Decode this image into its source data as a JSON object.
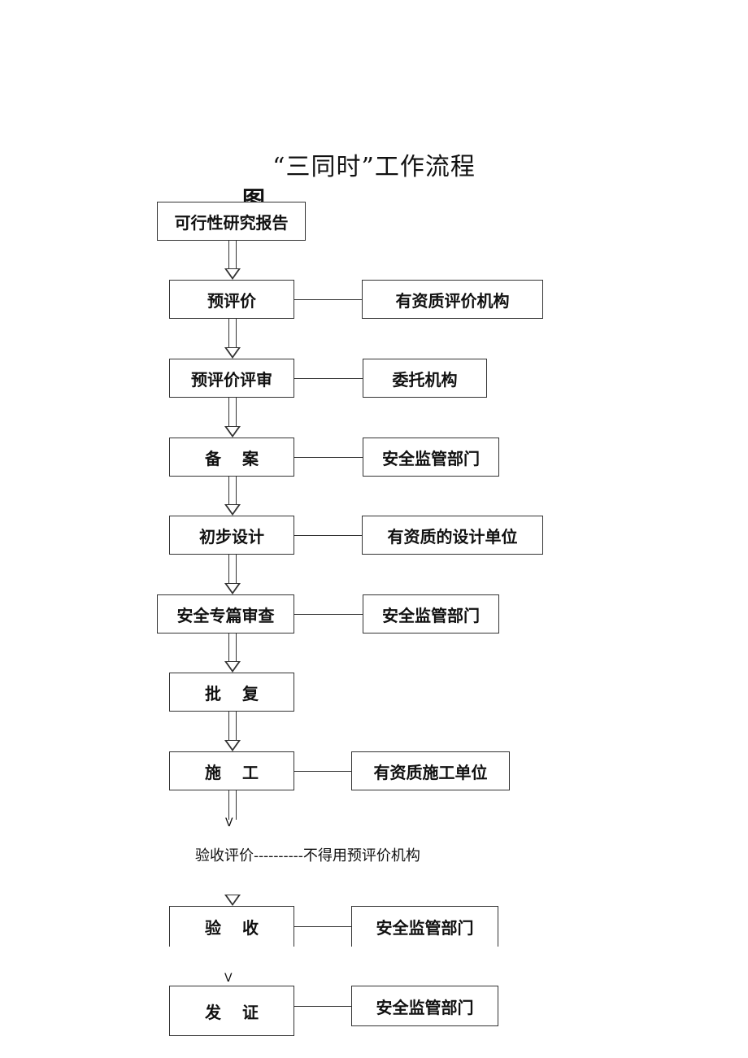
{
  "title": {
    "line1": "“三同时”工作流程",
    "line2": "图"
  },
  "steps": [
    {
      "label": "可行性研究报告",
      "partner": ""
    },
    {
      "label": "预评价",
      "partner": "有资质评价机构"
    },
    {
      "label": "预评价评审",
      "partner": "委托机构"
    },
    {
      "label": "备案",
      "partner": "安全监管部门"
    },
    {
      "label": "初步设计",
      "partner": "有资质的设计单位"
    },
    {
      "label": "安全专篇审查",
      "partner": "安全监管部门"
    },
    {
      "label": "批复",
      "partner": ""
    },
    {
      "label": "施工",
      "partner": "有资质施工单位"
    },
    {
      "label": "验收",
      "partner": "安全监管部门"
    },
    {
      "label": "发证",
      "partner": "安全监管部门"
    }
  ],
  "note": "验收评价----------不得用预评价机构",
  "marks": {
    "v1": "V",
    "v2": "V"
  }
}
